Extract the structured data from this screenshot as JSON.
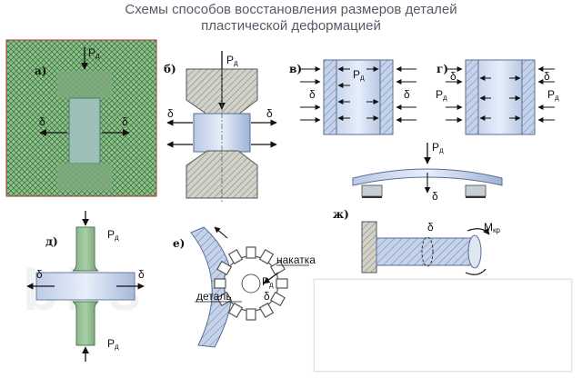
{
  "title_line1": "Схемы способов восстановления размеров деталей",
  "title_line2": "пластической деформацией",
  "watermark": "bbs",
  "panels": {
    "a": "а)",
    "b": "б)",
    "v": "в)",
    "g": "г)",
    "d": "д)",
    "e": "е)",
    "zh": "ж)"
  },
  "symbols": {
    "force": "Pд",
    "force_main": "P",
    "force_sub": "д",
    "delta": "δ",
    "moment_main": "M",
    "moment_sub": "кр"
  },
  "labels": {
    "knurl": "накатка",
    "part": "деталь"
  },
  "colors": {
    "part_fill": "#c5d3ea",
    "hatch_green": "#5f9a5f",
    "border_red": "#b03030",
    "die_fill": "#c7c7bd"
  }
}
